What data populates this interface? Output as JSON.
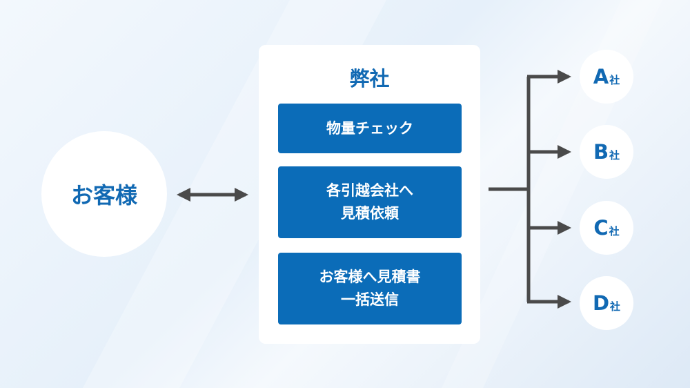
{
  "customer": {
    "label": "お客様"
  },
  "company": {
    "title": "弊社",
    "steps": [
      "物量チェック",
      "各引越会社へ\n見積依頼",
      "お客様へ見積書\n一括送信"
    ]
  },
  "partners": [
    {
      "letter": "A",
      "suffix": "社"
    },
    {
      "letter": "B",
      "suffix": "社"
    },
    {
      "letter": "C",
      "suffix": "社"
    },
    {
      "letter": "D",
      "suffix": "社"
    }
  ],
  "colors": {
    "accent": "#1169b3",
    "step_fill": "#0b6cb8",
    "arrow": "#4a4a4a",
    "card": "#ffffff"
  }
}
